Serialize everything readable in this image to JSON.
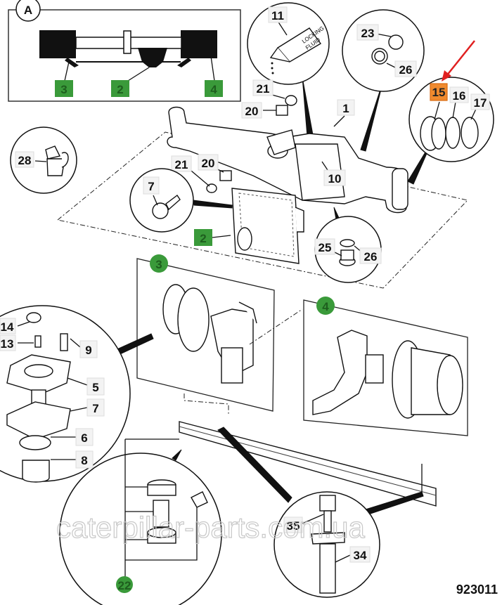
{
  "diagram": {
    "figure_number": "923011",
    "watermark": "caterpillar-parts.com.ua",
    "inset": {
      "label": "A",
      "callouts": [
        "3",
        "2",
        "4"
      ]
    },
    "locking_fluid_text": [
      "LOCKING",
      "FLUID"
    ],
    "callouts": {
      "c1": "1",
      "c2": "2",
      "c3": "3",
      "c4": "4",
      "c5": "5",
      "c6": "6",
      "c7a": "7",
      "c7b": "7",
      "c8": "8",
      "c9": "9",
      "c10": "10",
      "c11": "11",
      "c13": "13",
      "c14": "14",
      "c15": "15",
      "c16": "16",
      "c17": "17",
      "c20a": "20",
      "c20b": "20",
      "c21a": "21",
      "c21b": "21",
      "c22": "22",
      "c23": "23",
      "c25": "25",
      "c26a": "26",
      "c26b": "26",
      "c28": "28",
      "c34": "34",
      "c35": "35"
    },
    "highlighted_part": "15",
    "colors": {
      "assembly_label": "#3a9a3a",
      "highlight_label": "#f08a2e",
      "highlight_arrow": "#e02020"
    }
  }
}
